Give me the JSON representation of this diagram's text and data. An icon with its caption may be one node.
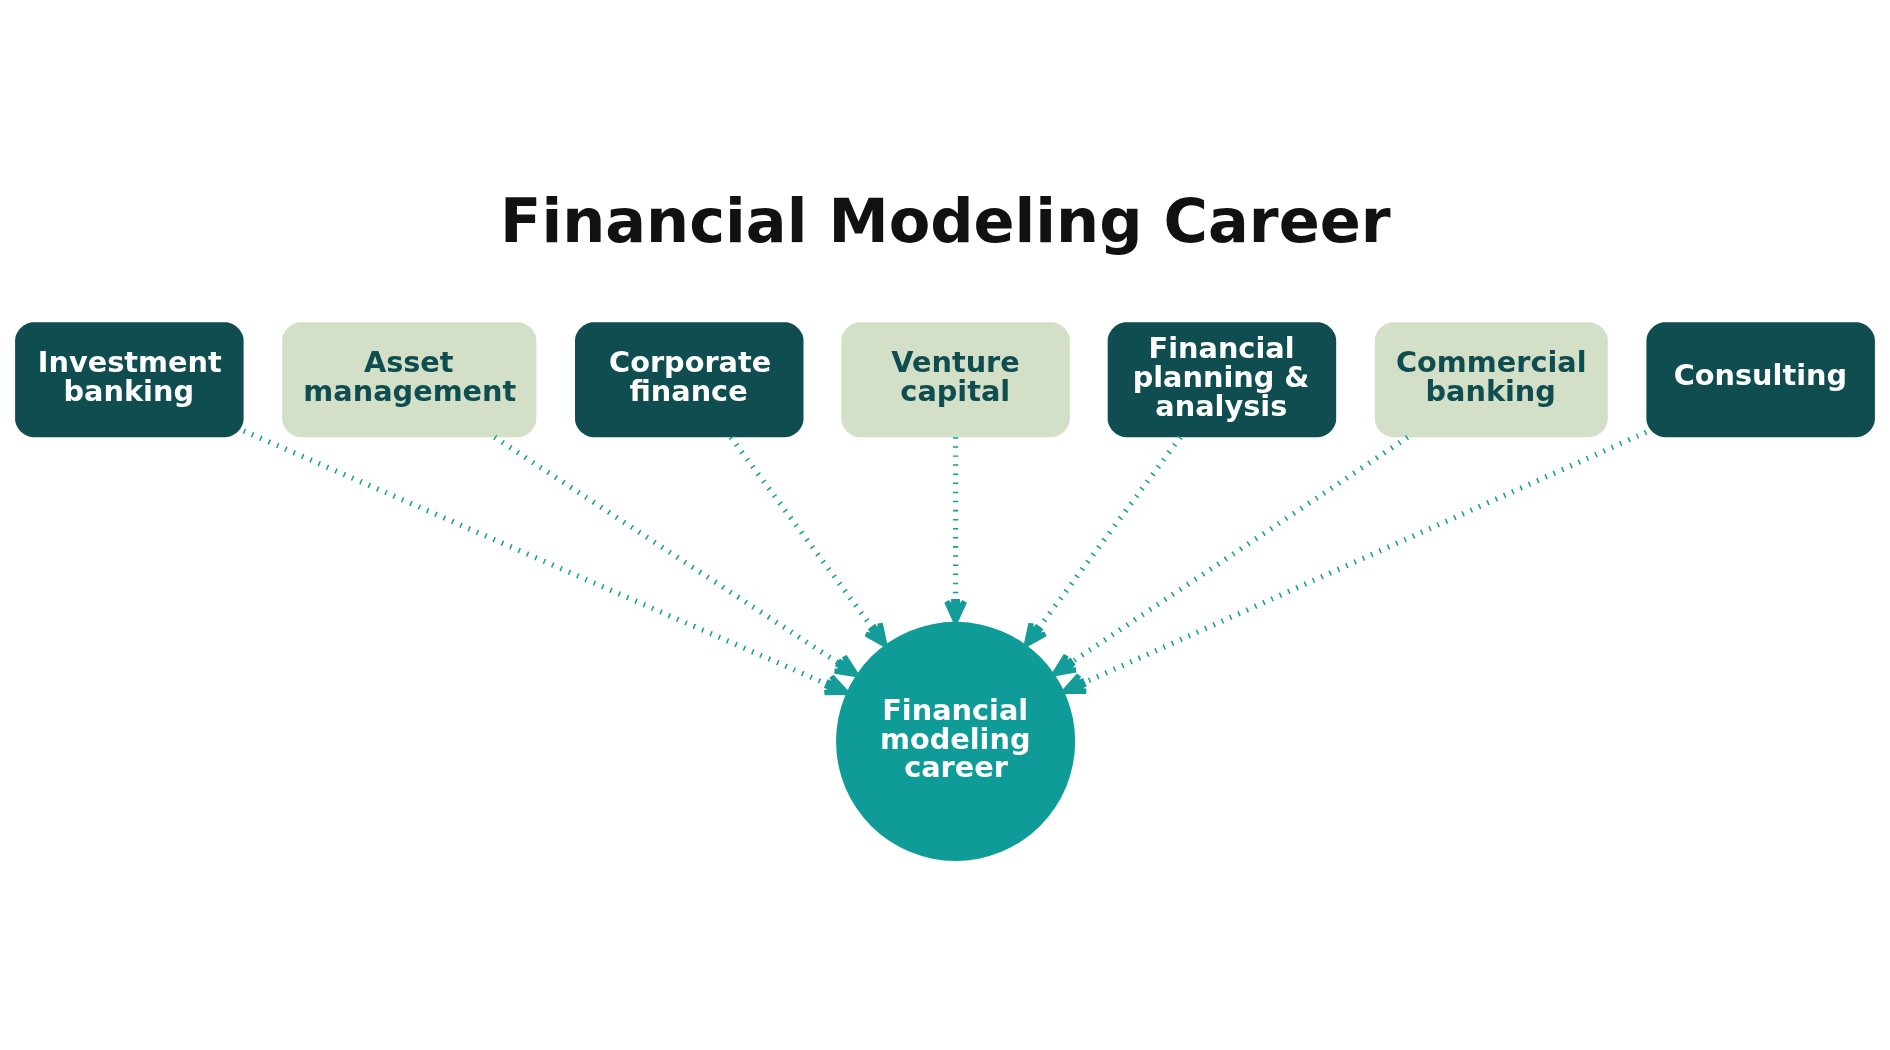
{
  "diagram": {
    "title": "Financial Modeling Career",
    "nodes": [
      {
        "text": [
          "Venture capital"
        ]
      },
      {
        "text": [
          "Corporate finance"
        ]
      },
      {
        "text": [
          "Financial planning & analysis"
        ]
      },
      {
        "text": [
          "Asset management"
        ]
      },
      {
        "text": [
          "Commercial banking"
        ]
      },
      {
        "text": [
          "Investment banking"
        ]
      },
      {
        "text": [
          "Financial modeling career"
        ]
      },
      {
        "text": [
          "Consulting"
        ]
      }
    ],
    "edges": [
      {
        "from": 0,
        "to": 6,
        "arrow": "to",
        "style": "dashed"
      },
      {
        "from": 1,
        "to": 6,
        "arrow": "to",
        "style": "dashed"
      },
      {
        "from": 2,
        "to": 6,
        "arrow": "to",
        "style": "dashed"
      },
      {
        "from": 3,
        "to": 6,
        "arrow": "to",
        "style": "dashed"
      },
      {
        "from": 4,
        "to": 6,
        "arrow": "to",
        "style": "dashed"
      },
      {
        "from": 5,
        "to": 6,
        "arrow": "to",
        "style": "dashed"
      },
      {
        "from": 7,
        "to": 6,
        "arrow": "to",
        "style": "dashed"
      }
    ]
  }
}
